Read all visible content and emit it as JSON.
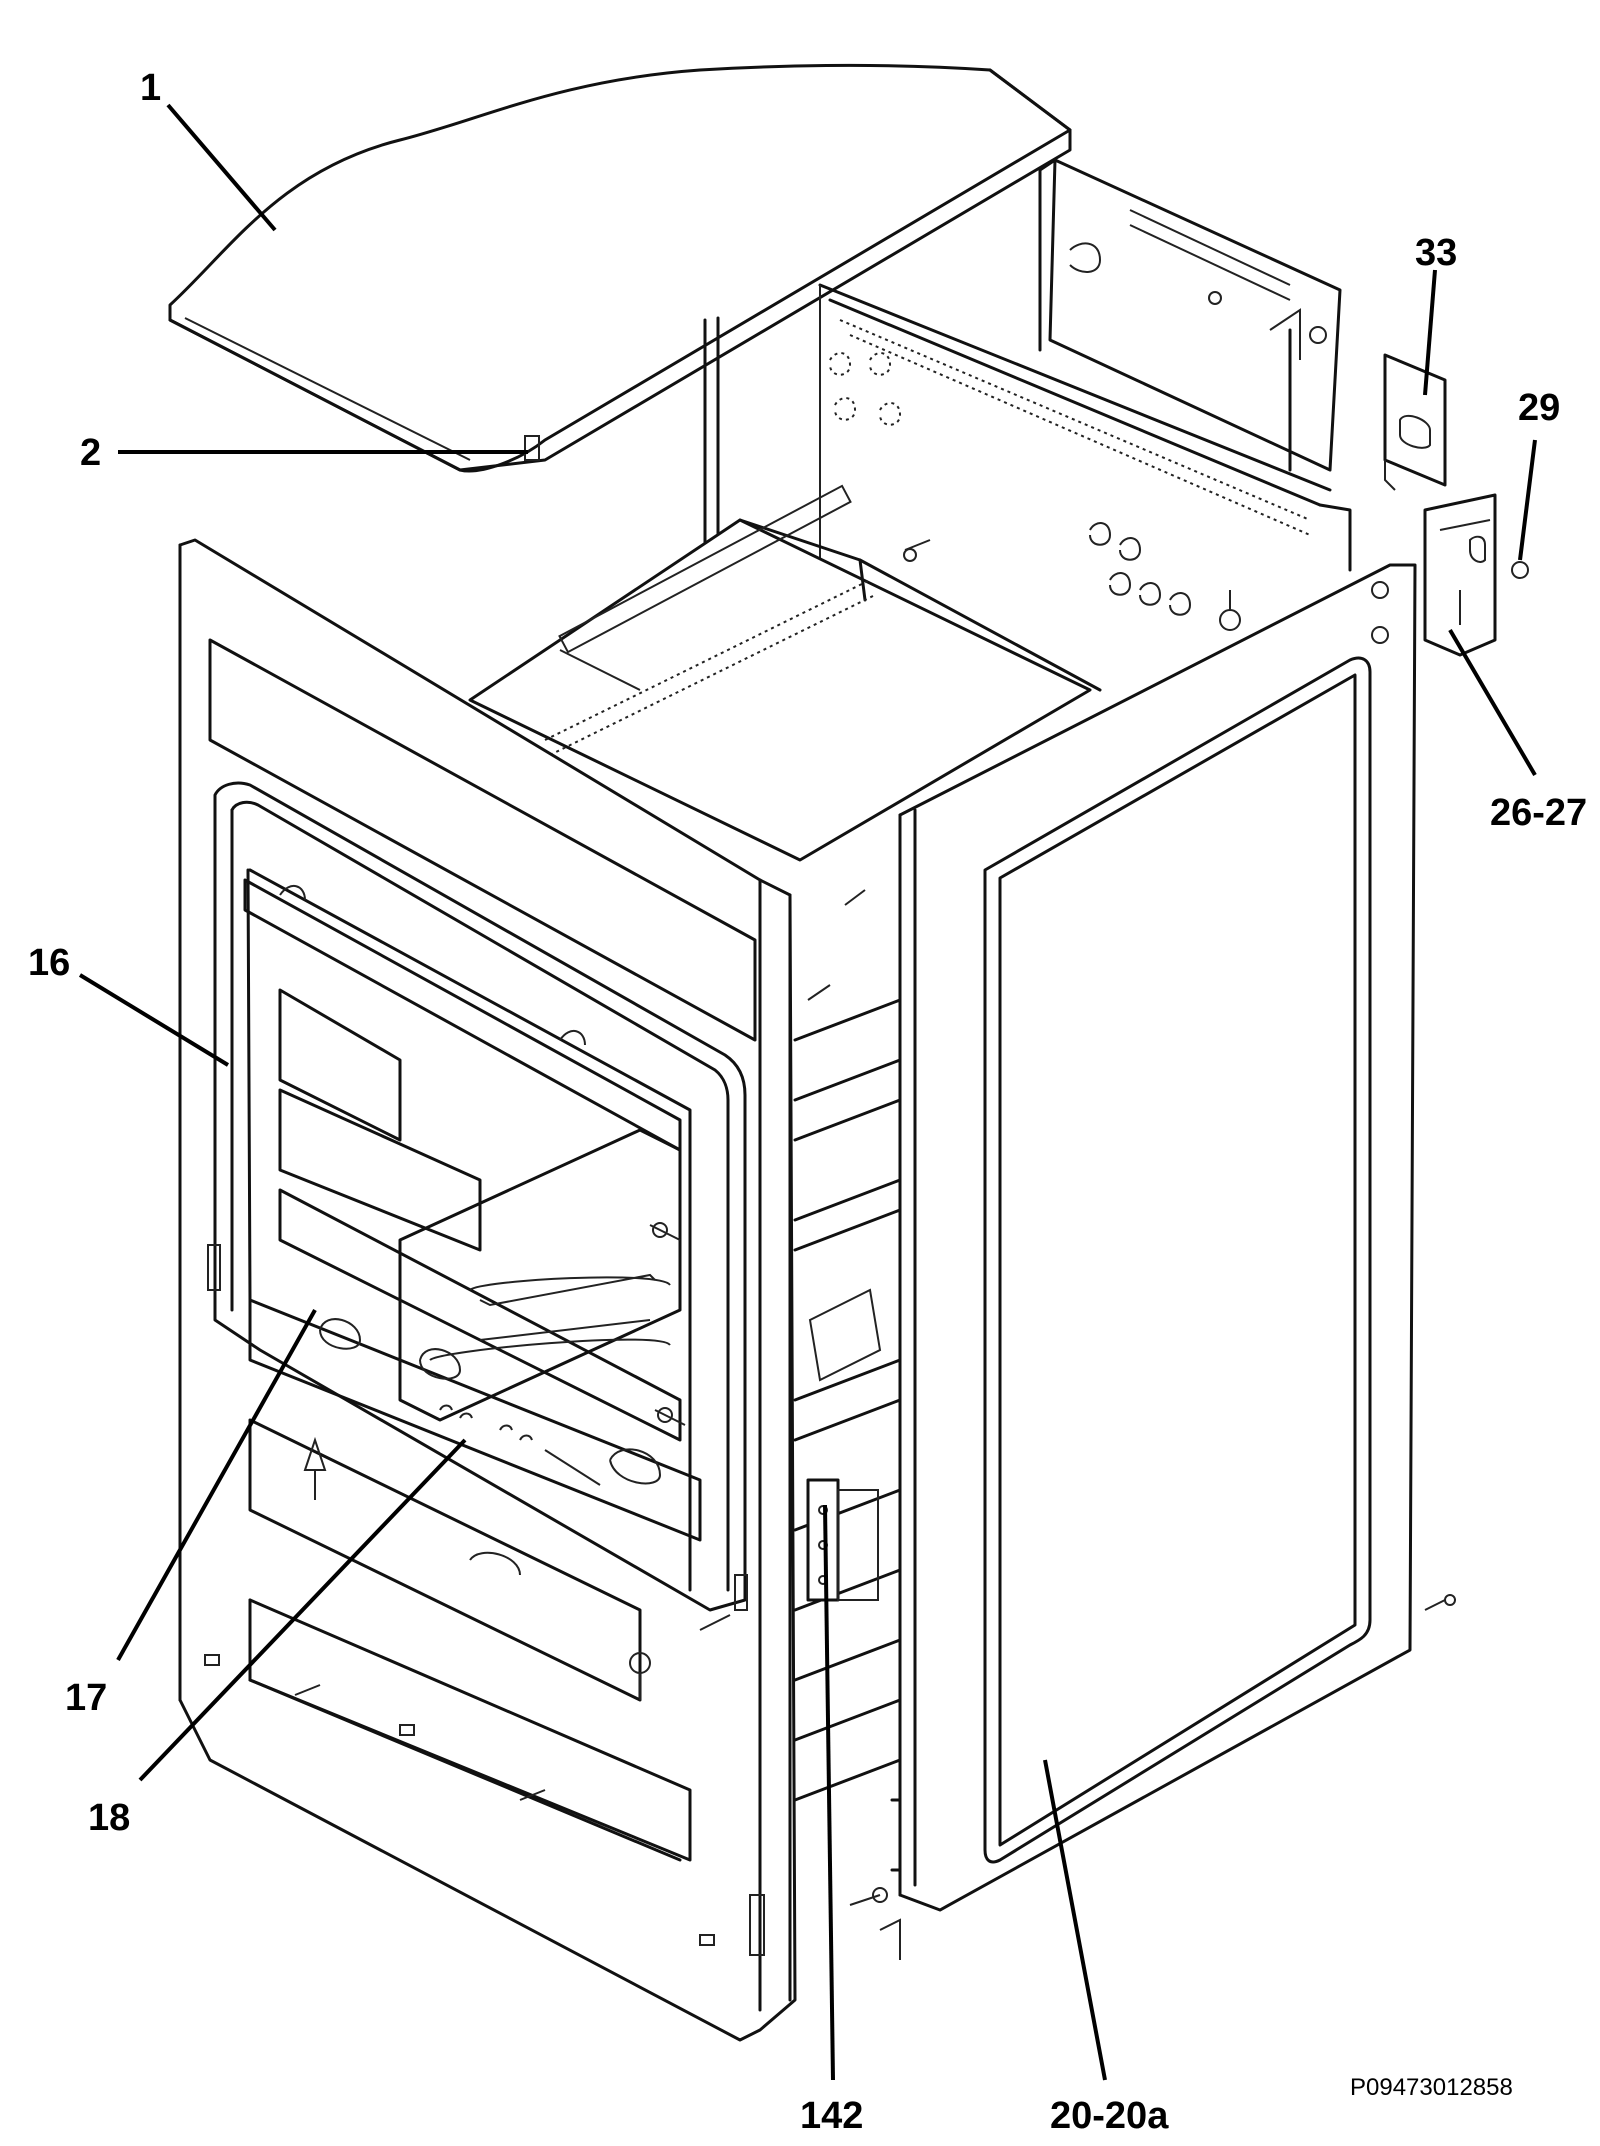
{
  "diagram": {
    "type": "exploded-parts-view",
    "callouts": [
      {
        "id": "c1",
        "label": "1"
      },
      {
        "id": "c2",
        "label": "2"
      },
      {
        "id": "c33",
        "label": "33"
      },
      {
        "id": "c29",
        "label": "29"
      },
      {
        "id": "c26",
        "label": "26-27"
      },
      {
        "id": "c16",
        "label": "16"
      },
      {
        "id": "c17",
        "label": "17"
      },
      {
        "id": "c18",
        "label": "18"
      },
      {
        "id": "c142",
        "label": "142"
      },
      {
        "id": "c20",
        "label": "20-20a"
      }
    ],
    "reference_code": "P09473012858"
  }
}
